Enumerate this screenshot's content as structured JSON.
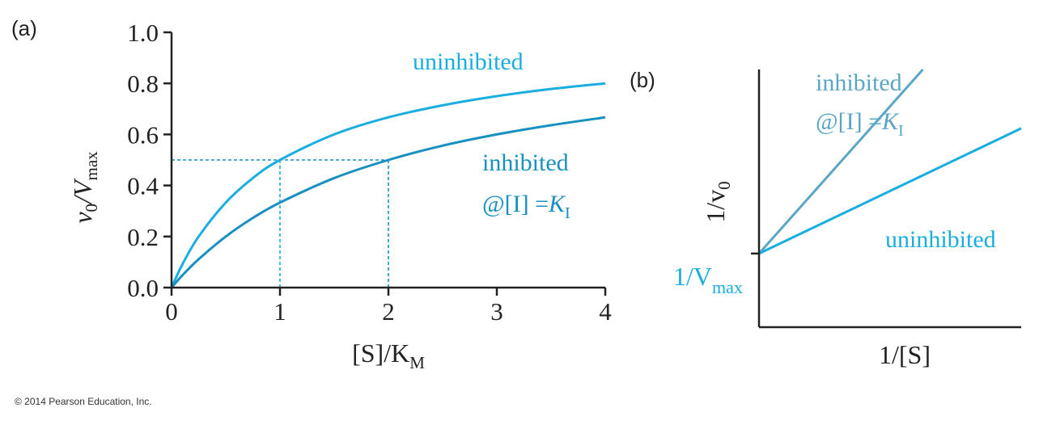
{
  "chart_data": [
    {
      "panel_label": "(a)",
      "type": "line",
      "xlabel": "[S]/K",
      "xlabel_sub": "M",
      "ylabel_main": "v",
      "ylabel_sub1": "0",
      "ylabel_mid": "/V",
      "ylabel_sub2": "max",
      "xlim": [
        0,
        4
      ],
      "ylim": [
        0,
        1
      ],
      "x_ticks": [
        0,
        1,
        2,
        3,
        4
      ],
      "x_tick_labels": [
        "0",
        "1",
        "2",
        "3",
        "4"
      ],
      "y_ticks": [
        0,
        0.2,
        0.4,
        0.6,
        0.8,
        1.0
      ],
      "y_tick_labels": [
        "0.0",
        "0.2",
        "0.4",
        "0.6",
        "0.8",
        "1.0"
      ],
      "series": [
        {
          "name": "uninhibited",
          "color": "#1aaee0",
          "x": [
            0,
            0.1,
            0.25,
            0.5,
            0.75,
            1,
            1.5,
            2,
            2.5,
            3,
            3.5,
            4
          ],
          "y": [
            0,
            0.091,
            0.2,
            0.333,
            0.429,
            0.5,
            0.6,
            0.667,
            0.714,
            0.75,
            0.778,
            0.8
          ]
        },
        {
          "name": "inhibited",
          "color": "#1890c0",
          "x": [
            0,
            0.1,
            0.25,
            0.5,
            0.75,
            1,
            1.5,
            2,
            2.5,
            3,
            3.5,
            4
          ],
          "y": [
            0,
            0.048,
            0.111,
            0.2,
            0.273,
            0.333,
            0.429,
            0.5,
            0.556,
            0.6,
            0.636,
            0.667
          ]
        }
      ],
      "reference_lines": [
        {
          "y": 0.5,
          "x_from": 0,
          "x_to": 2,
          "color": "#1890c0"
        },
        {
          "x": 1,
          "y_from": 0,
          "y_to": 0.5,
          "color": "#1aaee0"
        },
        {
          "x": 2,
          "y_from": 0,
          "y_to": 0.5,
          "color": "#1890c0"
        }
      ],
      "annotations": {
        "uninhibited": "uninhibited",
        "inhibited_line1": "inhibited",
        "inhibited_line2_prefix": "@[I] =",
        "inhibited_K": "K",
        "inhibited_K_sub": "I"
      }
    },
    {
      "panel_label": "(b)",
      "type": "line",
      "xlabel": "1/[S]",
      "ylabel": "1/v",
      "ylabel_sub": "0",
      "y_intercept_label_prefix": "1/V",
      "y_intercept_label_sub": "max",
      "y_intercept": 1,
      "xlim": [
        0,
        1
      ],
      "ylim": [
        0,
        3.5
      ],
      "series": [
        {
          "name": "inhibited",
          "color": "#5aa6c4",
          "x": [
            0,
            1
          ],
          "y": [
            1,
            5
          ]
        },
        {
          "name": "uninhibited",
          "color": "#1aaee0",
          "x": [
            0,
            1
          ],
          "y": [
            1,
            2.7
          ]
        }
      ],
      "annotations": {
        "inhibited_line1": "inhibited",
        "inhibited_line2_prefix": "@[I] =",
        "inhibited_K": "K",
        "inhibited_K_sub": "I",
        "uninhibited": "uninhibited"
      }
    }
  ],
  "copyright": "© 2014 Pearson Education, Inc."
}
